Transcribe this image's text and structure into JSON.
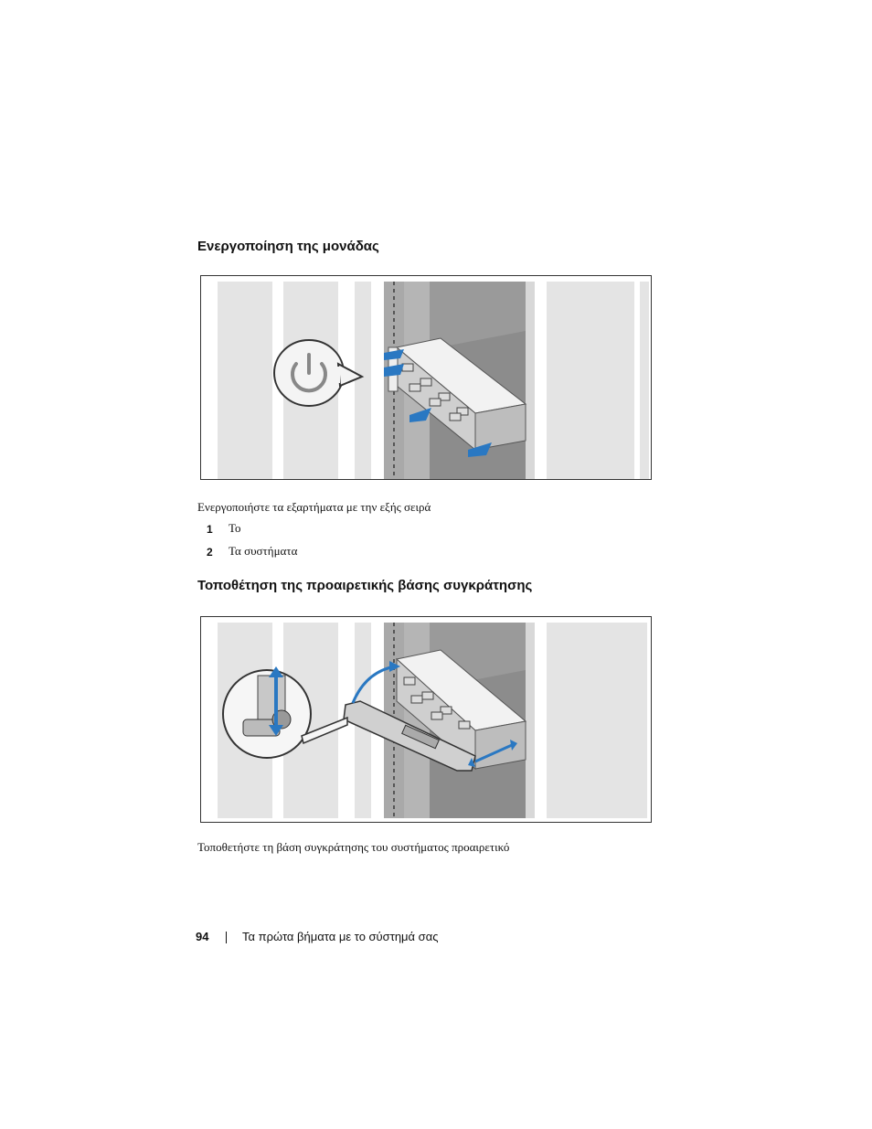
{
  "section1": {
    "heading": "Ενεργοποίηση της μονάδας",
    "caption": "Ενεργοποιήστε τα εξαρτήματα με την εξής σειρά",
    "steps": [
      {
        "num": "1",
        "text": "Το"
      },
      {
        "num": "2",
        "text": "Τα συστήματα"
      }
    ]
  },
  "section2": {
    "heading": "Τοποθέτηση της προαιρετικής βάσης συγκράτησης",
    "caption": "Τοποθετήστε τη βάση συγκράτησης του συστήματος  προαιρετικό"
  },
  "footer": {
    "page_number": "94",
    "title": "Τα πρώτα βήματα με το σύστημά σας"
  },
  "colors": {
    "arrow_blue": "#2a78c2",
    "rack_gray": "#bdbdbd",
    "wall_gray": "#e4e4e4"
  }
}
